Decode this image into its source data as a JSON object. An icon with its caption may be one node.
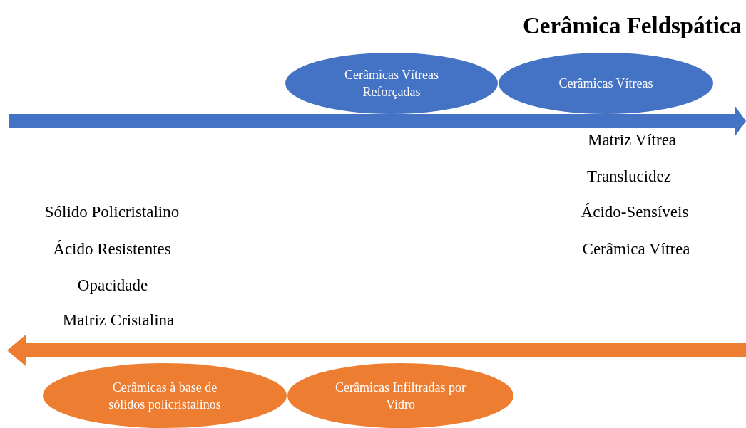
{
  "diagram": {
    "title": "Cerâmica Feldspática",
    "nodes": [
      {
        "text": [
          "Cerâmicas Vítreas Reforçadas"
        ]
      },
      {
        "text": [
          "Cerâmicas Vítreas"
        ]
      },
      {
        "text": [
          "Cerâmicas à base de sólidos policristalinos"
        ]
      },
      {
        "text": [
          "Cerâmicas Infiltradas por Vidro"
        ]
      }
    ],
    "labels": [
      "Matriz Vítrea",
      "Translucidez",
      "Ácido-Sensíveis",
      "Cerâmica Vítrea",
      "Sólido Policristalino",
      "Ácido Resistentes",
      "Opacidade",
      "Matriz Cristalina"
    ]
  }
}
